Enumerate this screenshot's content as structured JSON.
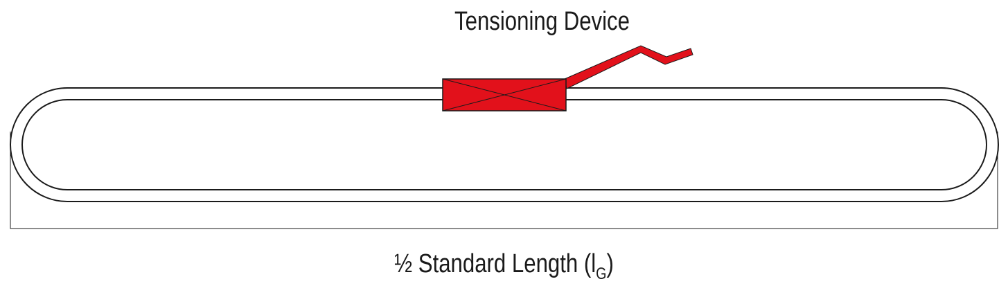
{
  "labels": {
    "device": "Tensioning Device",
    "length_prefix": "½ Standard Length (l",
    "length_subscript": "G",
    "length_suffix": ")"
  },
  "colors": {
    "device_fill": "#e2111b",
    "line": "#1a1a1a",
    "background": "#ffffff"
  }
}
